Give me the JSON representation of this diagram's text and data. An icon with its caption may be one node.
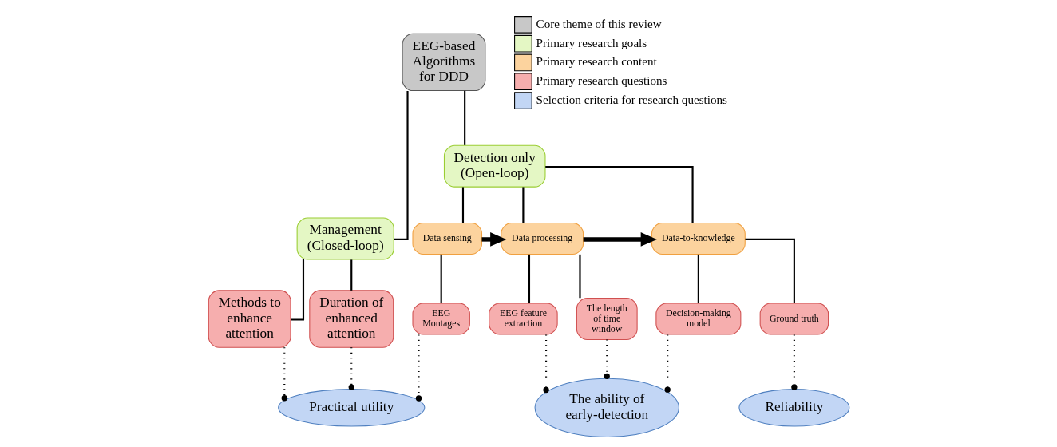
{
  "diagram": {
    "nodes": [
      {
        "text": [
          "EEG-based Algorithms for DDD"
        ]
      },
      {
        "text": [
          "Management (Closed-loop)"
        ]
      },
      {
        "text": [
          "Detection only (Open-loop)"
        ]
      },
      {
        "text": [
          "Methods to enhance attention"
        ]
      },
      {
        "text": [
          "Duration of enhanced attention"
        ]
      },
      {
        "text": [
          "Data sensing"
        ]
      },
      {
        "text": [
          "Data processing"
        ]
      },
      {
        "text": [
          "Data-to-knowledge"
        ]
      },
      {
        "text": [
          "EEG Montages"
        ]
      },
      {
        "text": [
          "EEG feature extraction"
        ]
      },
      {
        "text": [
          "The length of time window"
        ]
      },
      {
        "text": [
          "Decision-making model"
        ]
      },
      {
        "text": [
          "Ground truth"
        ]
      },
      {
        "text": [
          "Practical utility"
        ]
      },
      {
        "text": [
          "The ability of early-detection"
        ]
      },
      {
        "text": [
          "Reliability"
        ]
      }
    ],
    "edges": [
      {
        "from": 0,
        "to": 1,
        "arrow": "none"
      },
      {
        "from": 0,
        "to": 2,
        "arrow": "none"
      },
      {
        "from": 1,
        "to": 3,
        "arrow": "none"
      },
      {
        "from": 1,
        "to": 4,
        "arrow": "none"
      },
      {
        "from": 2,
        "to": 5,
        "arrow": "none"
      },
      {
        "from": 2,
        "to": 6,
        "arrow": "none"
      },
      {
        "from": 2,
        "to": 7,
        "arrow": "none"
      },
      {
        "from": 5,
        "to": 6,
        "arrow": "to",
        "style": "thick"
      },
      {
        "from": 6,
        "to": 7,
        "arrow": "to",
        "style": "thick"
      },
      {
        "from": 5,
        "to": 8,
        "arrow": "none"
      },
      {
        "from": 6,
        "to": 9,
        "arrow": "none"
      },
      {
        "from": 6,
        "to": 10,
        "arrow": "none"
      },
      {
        "from": 7,
        "to": 11,
        "arrow": "none"
      },
      {
        "from": 7,
        "to": 12,
        "arrow": "none"
      },
      {
        "from": 3,
        "to": 13,
        "arrow": "other",
        "style": "dashed"
      },
      {
        "from": 4,
        "to": 13,
        "arrow": "other",
        "style": "dashed"
      },
      {
        "from": 8,
        "to": 13,
        "arrow": "other",
        "style": "dashed"
      },
      {
        "from": 9,
        "to": 14,
        "arrow": "other",
        "style": "dashed"
      },
      {
        "from": 10,
        "to": 14,
        "arrow": "other",
        "style": "dashed"
      },
      {
        "from": 11,
        "to": 14,
        "arrow": "other",
        "style": "dashed"
      },
      {
        "from": 12,
        "to": 15,
        "arrow": "other",
        "style": "dashed"
      }
    ],
    "legend": [
      {
        "text": "Core theme of this review",
        "color": "#c8c8c8"
      },
      {
        "text": "Primary research goals",
        "color": "#e4f7c4"
      },
      {
        "text": "Primary research content",
        "color": "#fcd39e"
      },
      {
        "text": "Primary research questions",
        "color": "#f6aeae"
      },
      {
        "text": "Selection criteria for research questions",
        "color": "#c2d6f5"
      }
    ]
  }
}
